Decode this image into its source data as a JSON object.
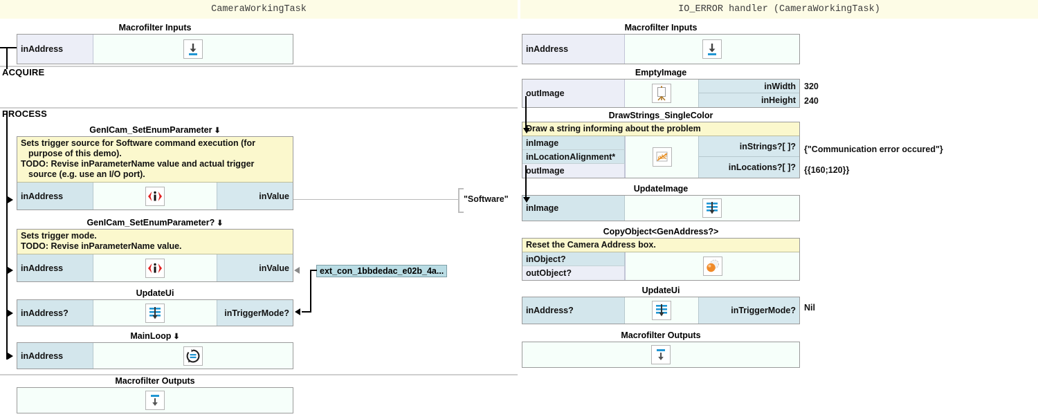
{
  "left_panel": {
    "title": "CameraWorkingTask",
    "sections": [
      {
        "label": "ACQUIRE"
      },
      {
        "label": "PROCESS"
      }
    ],
    "macrofilter_inputs": {
      "name": "Macrofilter Inputs",
      "ports": [
        "inAddress"
      ],
      "icon": "macrofilter-input-icon"
    },
    "macrofilter_outputs": {
      "name": "Macrofilter Outputs",
      "ports": [],
      "icon": "macrofilter-output-icon"
    },
    "blocks": [
      {
        "name": "GenICam_SetEnumParameter",
        "has_dropdown": true,
        "comment_lines": [
          {
            "text": "Sets trigger source for Software command execution (for",
            "indent": false
          },
          {
            "text": "purpose of this demo).",
            "indent": true
          },
          {
            "text": "TODO: Revise inParameterName value and actual trigger",
            "indent": false
          },
          {
            "text": "source (e.g. use an I/O port).",
            "indent": true
          }
        ],
        "inputs": [
          "inAddress"
        ],
        "icon": "genicam-icon",
        "props": [
          "inValue"
        ],
        "prop_values": [
          "\"Software\""
        ]
      },
      {
        "name": "GenICam_SetEnumParameter?",
        "has_dropdown": true,
        "comment_lines": [
          {
            "text": "Sets trigger mode.",
            "indent": false
          },
          {
            "text": "TODO: Revise inParameterName value.",
            "indent": false
          }
        ],
        "inputs": [
          "inAddress"
        ],
        "icon": "genicam-icon",
        "props": [
          "inValue"
        ],
        "prop_values": [
          ""
        ]
      },
      {
        "name": "UpdateUi",
        "has_dropdown": false,
        "comment_lines": [],
        "inputs": [
          "inAddress?"
        ],
        "icon": "update-ui-icon",
        "props": [
          "inTriggerMode?"
        ],
        "prop_values": [
          ""
        ]
      },
      {
        "name": "MainLoop",
        "has_dropdown": true,
        "comment_lines": [],
        "inputs": [
          "inAddress"
        ],
        "icon": "loop-icon",
        "props": [],
        "prop_values": []
      }
    ],
    "external_connection": {
      "label": "ext_con_1bbdedac_e02b_4a..."
    },
    "software_label": "\"Software\""
  },
  "right_panel": {
    "title": "IO_ERROR handler (CameraWorkingTask)",
    "macrofilter_inputs": {
      "name": "Macrofilter Inputs",
      "ports": [
        "inAddress"
      ],
      "icon": "macrofilter-input-icon"
    },
    "macrofilter_outputs": {
      "name": "Macrofilter Outputs",
      "ports": [],
      "icon": "macrofilter-output-icon"
    },
    "blocks": [
      {
        "name": "EmptyImage",
        "comment": "",
        "outputs": [
          "outImage"
        ],
        "icon": "empty-image-icon",
        "props": [
          "inWidth",
          "inHeight"
        ],
        "prop_values": [
          "320",
          "240"
        ]
      },
      {
        "name": "DrawStrings_SingleColor",
        "comment": "Draw a string informing about the problem",
        "ports": [
          "inImage",
          "inLocationAlignment*",
          "outImage"
        ],
        "icon": "draw-strings-icon",
        "props": [
          "inStrings?[ ]?",
          "inLocations?[ ]?"
        ],
        "prop_values": [
          "{\"Communication error occured\"}",
          "{{160;120}}"
        ]
      },
      {
        "name": "UpdateImage",
        "comment": "",
        "ports": [
          "inImage"
        ],
        "icon": "update-image-icon",
        "props": [],
        "prop_values": []
      },
      {
        "name": "CopyObject<GenAddress?>",
        "comment": "Reset the Camera Address box.",
        "ports": [
          "inObject?",
          "outObject?"
        ],
        "icon": "copy-object-icon",
        "props": [],
        "prop_values": []
      },
      {
        "name": "UpdateUi",
        "comment": "",
        "ports": [
          "inAddress?"
        ],
        "icon": "update-ui-icon",
        "props": [
          "inTriggerMode?"
        ],
        "prop_values": [
          "Nil"
        ]
      }
    ]
  },
  "colors": {
    "title_bg": "#fdfce6",
    "comment_bg": "#fbf8cd",
    "input_port": "#d3e6ec",
    "output_port": "#eceef7",
    "property_cell": "#d6e8ee",
    "block_bg": "#f6fffa",
    "ext_con": "#b9dce4",
    "icon_blue": "#2196d3",
    "icon_red": "#e02020"
  }
}
